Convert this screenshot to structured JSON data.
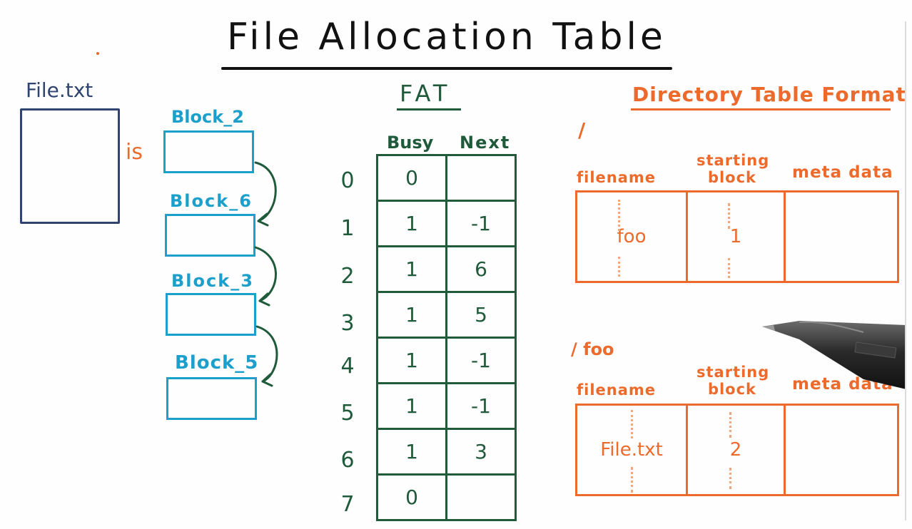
{
  "title": "File Allocation Table",
  "file": {
    "label": "File.txt",
    "is_label": "is"
  },
  "blocks": [
    "Block_2",
    "Block_6",
    "Block_3",
    "Block_5"
  ],
  "fat": {
    "title": "FAT",
    "headers": [
      "Busy",
      "Next"
    ],
    "rows": [
      {
        "idx": "0",
        "busy": "0",
        "next": ""
      },
      {
        "idx": "1",
        "busy": "1",
        "next": "-1"
      },
      {
        "idx": "2",
        "busy": "1",
        "next": "6"
      },
      {
        "idx": "3",
        "busy": "1",
        "next": "5"
      },
      {
        "idx": "4",
        "busy": "1",
        "next": "-1"
      },
      {
        "idx": "5",
        "busy": "1",
        "next": "-1"
      },
      {
        "idx": "6",
        "busy": "1",
        "next": "3"
      },
      {
        "idx": "7",
        "busy": "0",
        "next": ""
      }
    ]
  },
  "directory": {
    "title": "Directory Table Format",
    "tables": [
      {
        "path": "/",
        "headers": {
          "filename": "filename",
          "starting_block": "starting block",
          "metadata": "meta data"
        },
        "row": {
          "filename": "foo",
          "starting_block": "1",
          "metadata": ""
        }
      },
      {
        "path": "/ foo",
        "headers": {
          "filename": "filename",
          "starting_block": "starting block",
          "metadata": "meta data"
        },
        "row": {
          "filename": "File.txt",
          "starting_block": "2",
          "metadata": ""
        }
      }
    ]
  },
  "colors": {
    "title": "#111111",
    "file": "#2f4470",
    "blocks": "#1d9fcc",
    "fat": "#1f5a3a",
    "directory": "#ec6a2b"
  },
  "icons": [
    "stylus-pen-icon",
    "curved-arrow-icon"
  ]
}
